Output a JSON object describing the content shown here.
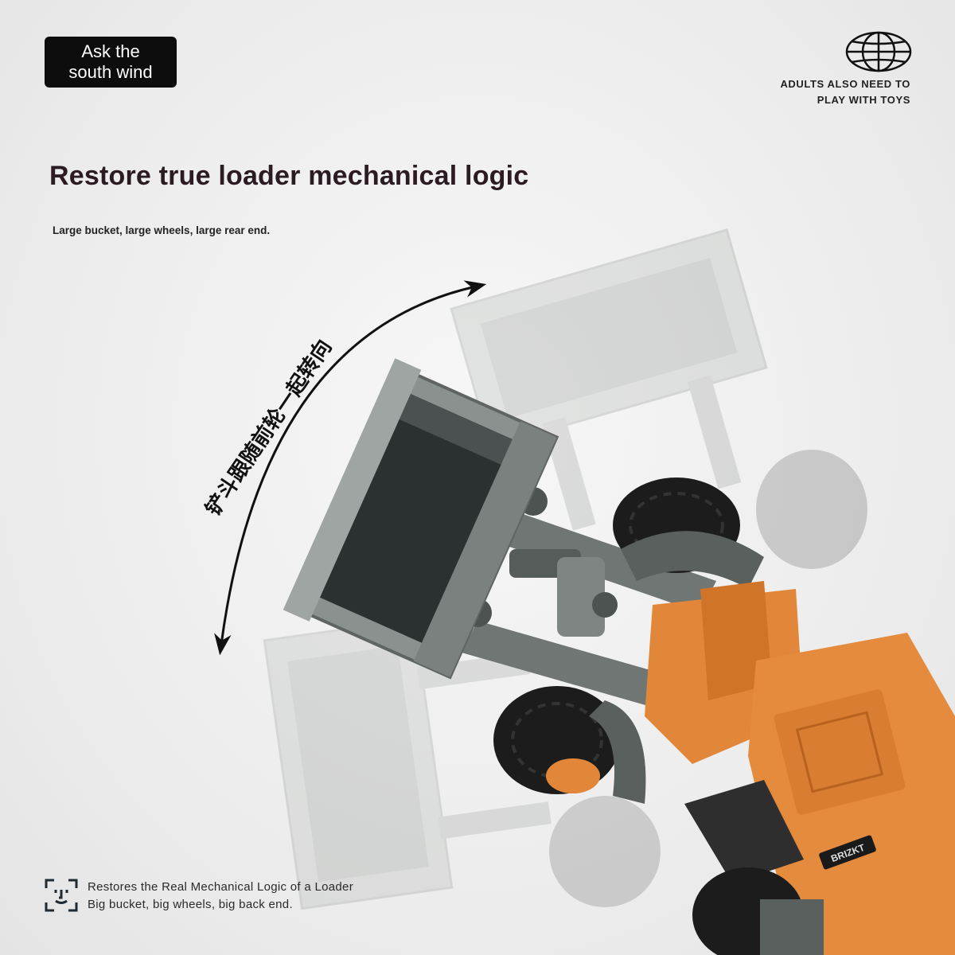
{
  "brand": {
    "line1": "Ask the",
    "line2": "south wind"
  },
  "tagline": {
    "line1": "ADULTS ALSO NEED TO",
    "line2": "PLAY WITH TOYS"
  },
  "headline": "Restore true loader mechanical logic",
  "subhead": "Large bucket, large wheels, large rear end.",
  "rotation_label": "铲斗跟随前轮一起转向",
  "model_badge": "BRIZKT",
  "footer": {
    "line1": "Restores the Real Mechanical Logic of a Loader",
    "line2": "Big bucket, big wheels, big back end."
  },
  "colors": {
    "body_orange": "#e2873a",
    "bucket_gray": "#8a918e",
    "tire_black": "#1c1c1c",
    "badge_black": "#0d0d0d"
  },
  "icons": [
    "globe-icon",
    "face-scan-icon",
    "curved-double-arrow-icon"
  ]
}
